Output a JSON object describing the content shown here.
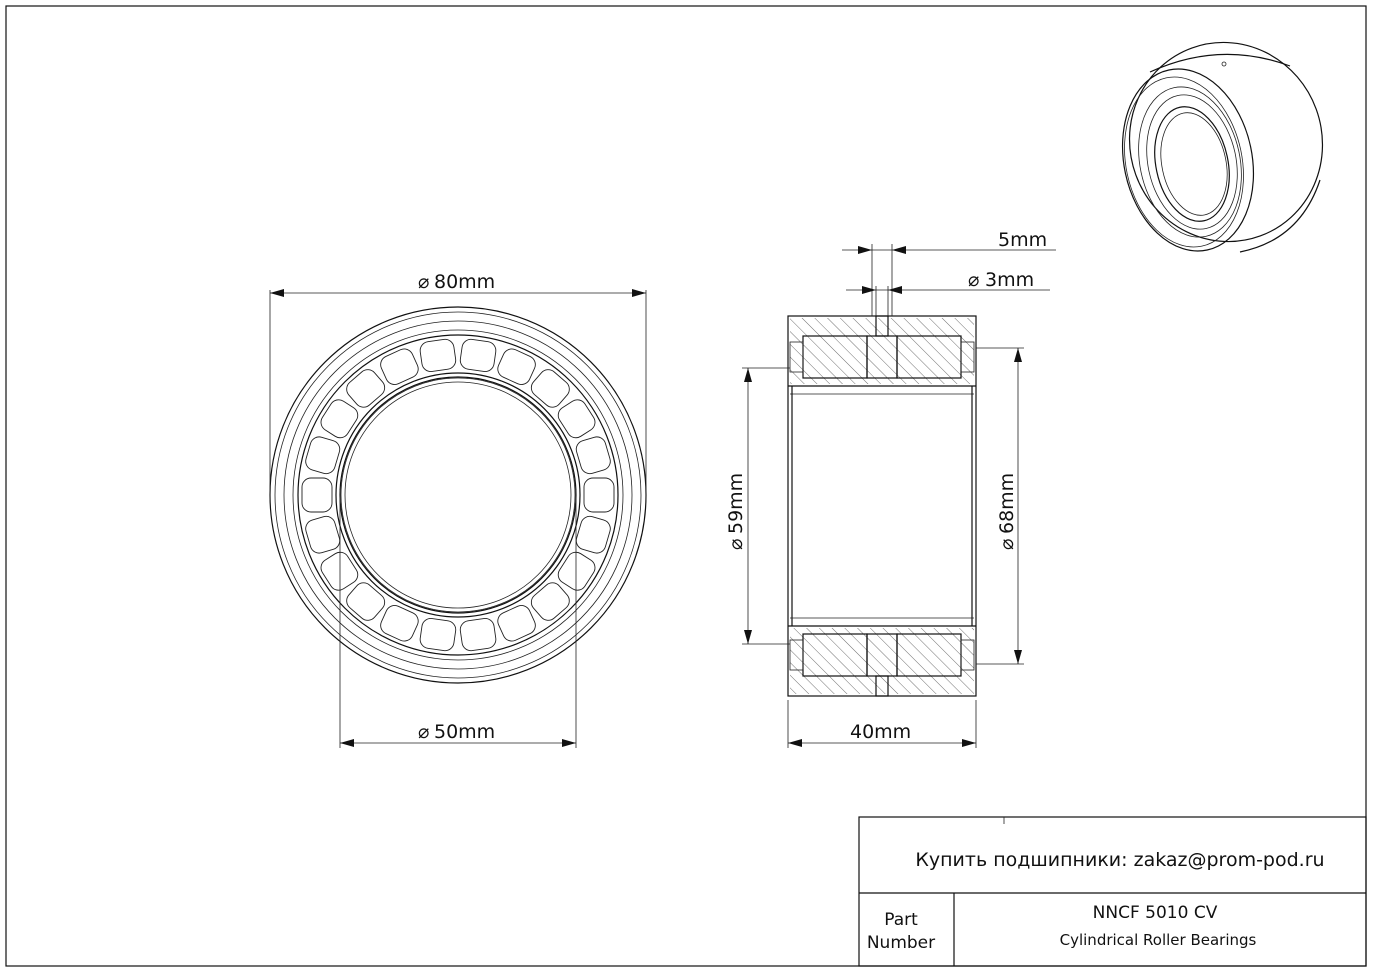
{
  "dimensions": {
    "outer_diameter": "80mm",
    "inner_diameter": "50mm",
    "width": "40mm",
    "groove_width": "5mm",
    "hole_diameter": "3mm",
    "raceway_inner": "59mm",
    "raceway_outer": "68mm",
    "diameter_symbol": "⌀"
  },
  "title_block": {
    "contact": "Купить подшипники: zakaz@prom-pod.ru",
    "part_label_line1": "Part",
    "part_label_line2": "Number",
    "part_number": "NNCF 5010 CV",
    "description": "Cylindrical Roller Bearings"
  }
}
